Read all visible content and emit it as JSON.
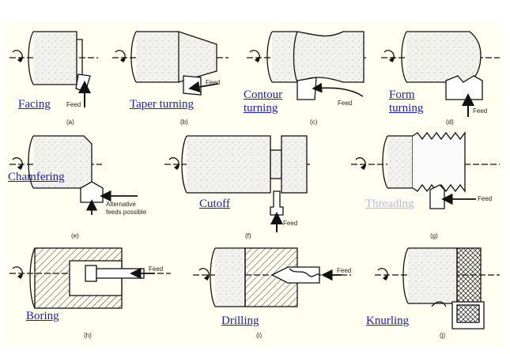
{
  "operations": [
    {
      "id": "a",
      "name": "Facing",
      "caption": "(a)",
      "feed": "Feed"
    },
    {
      "id": "b",
      "name": "Taper turning",
      "caption": "(b)",
      "feed": "Feed"
    },
    {
      "id": "c",
      "name_line1": "Contour",
      "name_line2": "turning",
      "caption": "(c)",
      "feed": "Feed"
    },
    {
      "id": "d",
      "name_line1": "Form",
      "name_line2": "turning",
      "caption": "(d)",
      "feed": "Feed"
    },
    {
      "id": "e",
      "name": "Chamfering",
      "caption": "(e)",
      "note_line1": "Alternative",
      "note_line2": "feeds possible"
    },
    {
      "id": "f",
      "name": "Cutoff",
      "caption": "(f)",
      "feed": "Feed"
    },
    {
      "id": "g",
      "name": "Threading",
      "caption": "(g)",
      "feed": "Feed"
    },
    {
      "id": "h",
      "name": "Boring",
      "caption": "(h)",
      "feed": "Feed"
    },
    {
      "id": "i",
      "name": "Drilling",
      "caption": "(i)",
      "feed": "Feed"
    },
    {
      "id": "j",
      "name": "Knurling",
      "caption": "(j)"
    }
  ],
  "colors": {
    "label": "#1a1acd",
    "label_faded": "#b8b8ee",
    "panel": "#fffff2",
    "line": "#111111"
  }
}
